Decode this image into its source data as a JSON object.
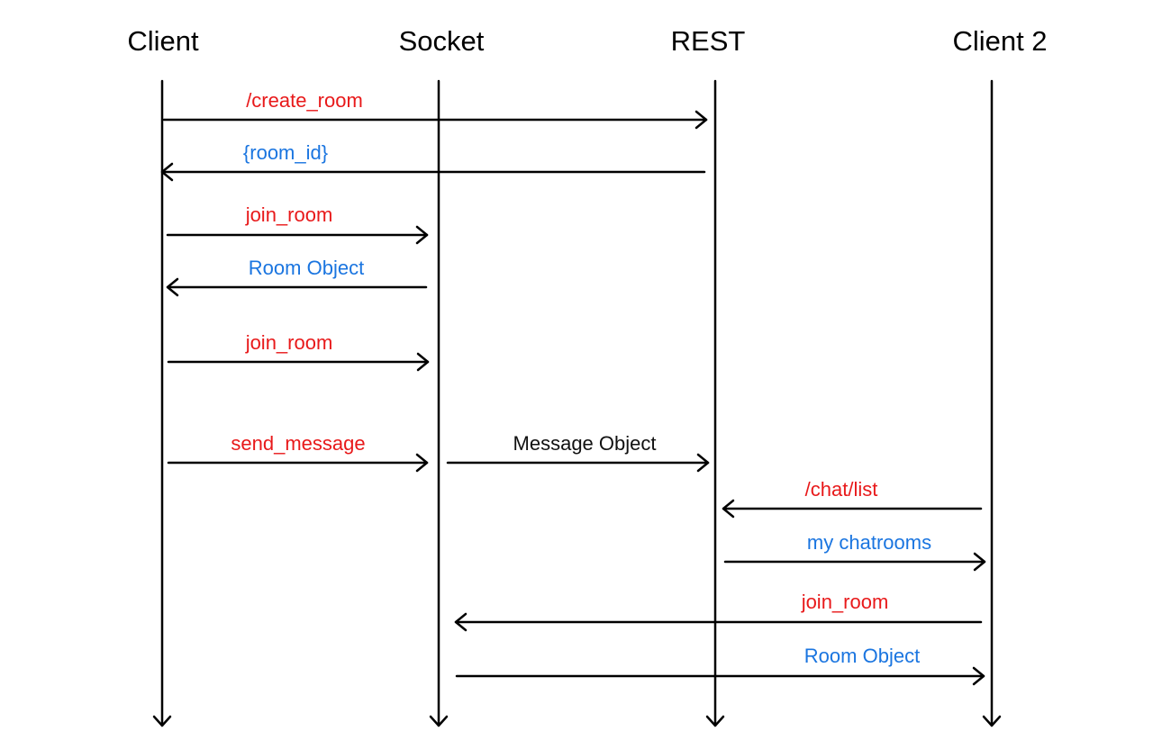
{
  "colors": {
    "line": "#000000",
    "request": "#e8191a",
    "response": "#1a75e0",
    "neutral": "#111111"
  },
  "actors": [
    {
      "id": "client",
      "label": "Client"
    },
    {
      "id": "socket",
      "label": "Socket"
    },
    {
      "id": "rest",
      "label": "REST"
    },
    {
      "id": "client2",
      "label": "Client 2"
    }
  ],
  "messages": [
    {
      "from": "client",
      "to": "rest",
      "label": "/create_room",
      "kind": "request"
    },
    {
      "from": "rest",
      "to": "client",
      "label": "{room_id}",
      "kind": "response"
    },
    {
      "from": "client",
      "to": "socket",
      "label": "join_room",
      "kind": "request"
    },
    {
      "from": "socket",
      "to": "client",
      "label": "Room Object",
      "kind": "response"
    },
    {
      "from": "client",
      "to": "socket",
      "label": "join_room",
      "kind": "request"
    },
    {
      "from": "client",
      "to": "socket",
      "label": "send_message",
      "kind": "request"
    },
    {
      "from": "socket",
      "to": "rest",
      "label": "Message Object",
      "kind": "neutral"
    },
    {
      "from": "client2",
      "to": "rest",
      "label": "/chat/list",
      "kind": "request"
    },
    {
      "from": "rest",
      "to": "client2",
      "label": "my chatrooms",
      "kind": "response"
    },
    {
      "from": "client2",
      "to": "socket",
      "label": "join_room",
      "kind": "request"
    },
    {
      "from": "socket",
      "to": "client2",
      "label": "Room Object",
      "kind": "response"
    }
  ]
}
